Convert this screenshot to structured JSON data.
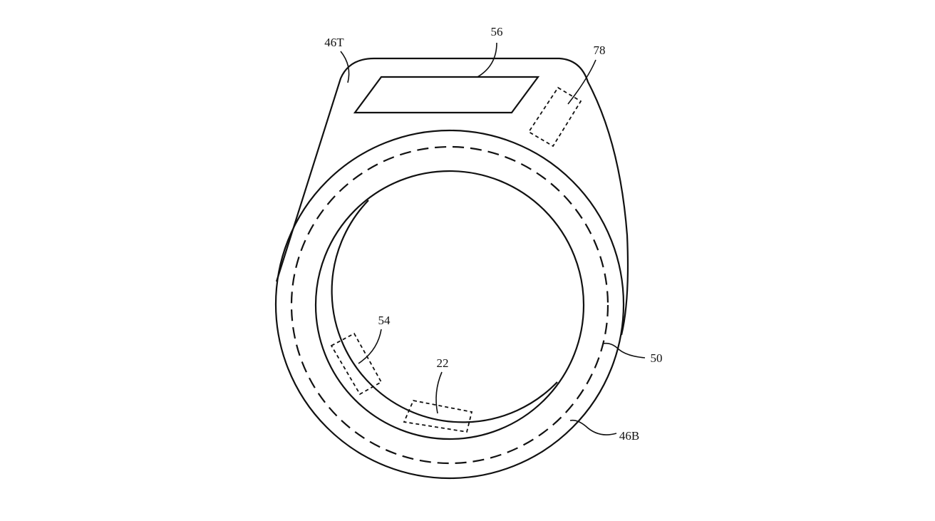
{
  "figure": {
    "labels": {
      "top_housing": "46T",
      "display": "56",
      "component_78": "78",
      "component_54": "54",
      "component_22": "22",
      "band_50": "50",
      "bottom_housing": "46B"
    }
  }
}
